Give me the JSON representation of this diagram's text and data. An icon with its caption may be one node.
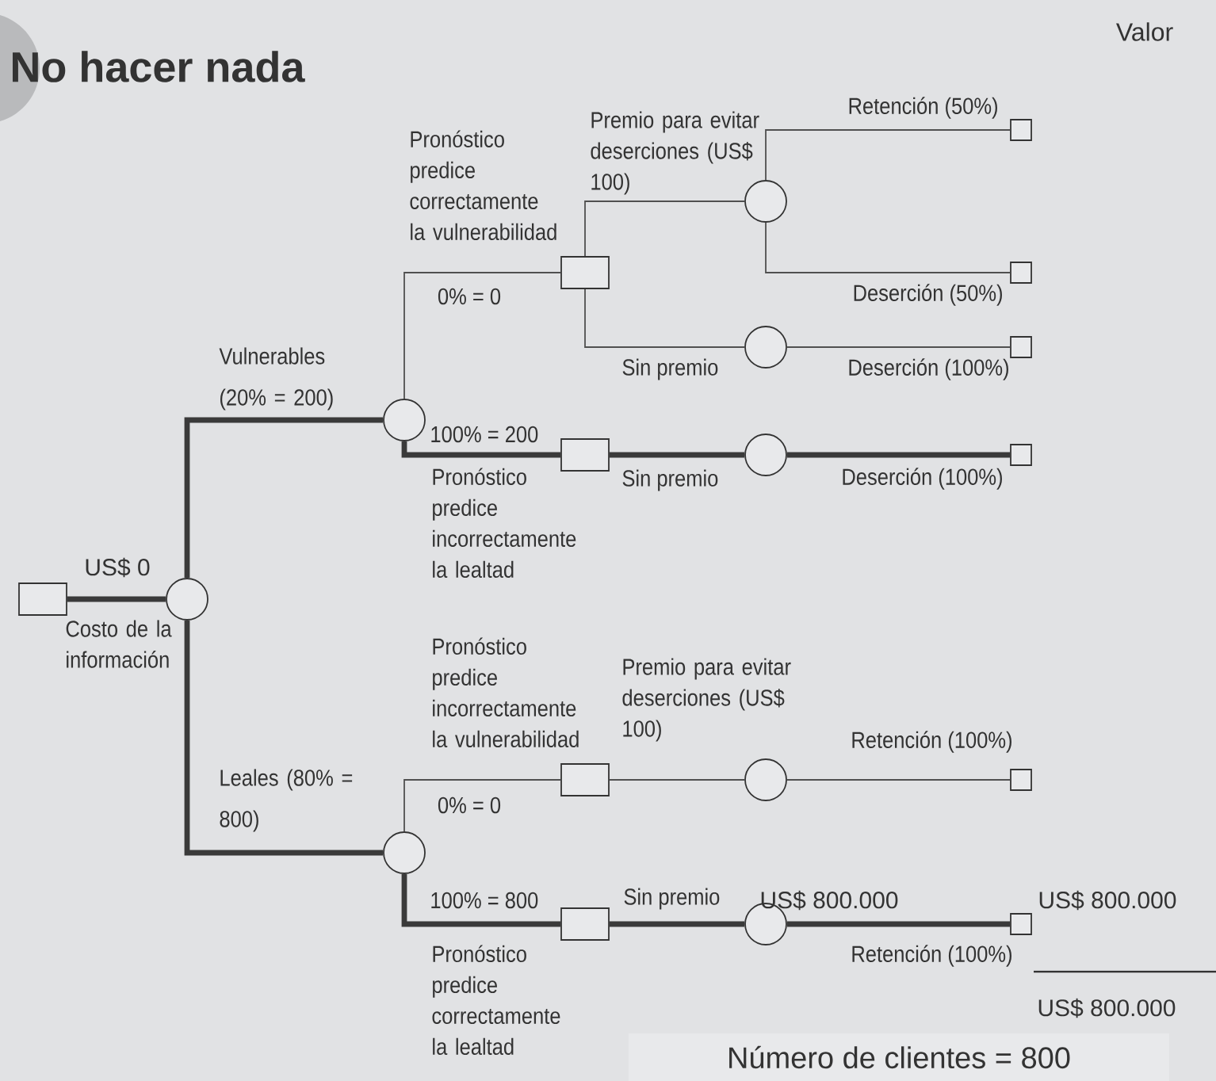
{
  "diagram": {
    "title": "No hacer nada",
    "nodes": [
      {
        "text": [],
        "shape": "box"
      },
      {
        "text": [],
        "shape": "circle"
      },
      {
        "text": [],
        "shape": "circle"
      },
      {
        "text": [],
        "shape": "box"
      },
      {
        "text": [],
        "shape": "circle"
      },
      {
        "text": [],
        "shape": "box"
      },
      {
        "text": [],
        "shape": "box"
      },
      {
        "text": [],
        "shape": "circle"
      },
      {
        "text": [],
        "shape": "box"
      },
      {
        "text": [],
        "shape": "box"
      },
      {
        "text": [],
        "shape": "circle"
      },
      {
        "text": [],
        "shape": "box"
      },
      {
        "text": [],
        "shape": "circle"
      },
      {
        "text": [],
        "shape": "box"
      },
      {
        "text": [],
        "shape": "circle"
      },
      {
        "text": [],
        "shape": "box"
      },
      {
        "text": [],
        "shape": "box"
      },
      {
        "text": [],
        "shape": "circle"
      },
      {
        "text": [],
        "shape": "box",
        "beside": [
          "US$ 800.000"
        ]
      },
      {
        "text": [
          "Número de clientes = 800"
        ]
      }
    ],
    "edges": [
      {
        "from": 0,
        "to": 1,
        "arrow": "none",
        "label": "US$ 0",
        "style": "thick"
      },
      {
        "from": 1,
        "to": 2,
        "arrow": "none",
        "label": "Vulnerables (20% = 200)",
        "style": "thick"
      },
      {
        "from": 2,
        "to": 3,
        "arrow": "none",
        "label": "Pronóstico predice correctamente la vulnerabilidad"
      },
      {
        "from": 3,
        "to": 4,
        "arrow": "none",
        "label": "Premio para evitar deserciones (US$ 100)"
      },
      {
        "from": 4,
        "to": 5,
        "arrow": "none",
        "label": "Retención (50%)"
      },
      {
        "from": 4,
        "to": 6,
        "arrow": "none",
        "label": "Deserción (50%)"
      },
      {
        "from": 3,
        "to": 7,
        "arrow": "none",
        "label": "Sin premio"
      },
      {
        "from": 7,
        "to": 8,
        "arrow": "none",
        "label": "Deserción (100%)"
      },
      {
        "from": 2,
        "to": 9,
        "arrow": "none",
        "label": "Pronóstico predice incorrectamente la lealtad",
        "style": "thick"
      },
      {
        "from": 9,
        "to": 10,
        "arrow": "none",
        "label": "Sin premio",
        "style": "thick"
      },
      {
        "from": 10,
        "to": 11,
        "arrow": "none",
        "label": "Deserción (100%)",
        "style": "thick"
      },
      {
        "from": 1,
        "to": 12,
        "arrow": "none",
        "label": "Leales (80% = 800)",
        "style": "thick"
      },
      {
        "from": 12,
        "to": 13,
        "arrow": "none",
        "label": "Pronóstico predice incorrectamente la vulnerabilidad"
      },
      {
        "from": 13,
        "to": 14,
        "arrow": "none",
        "label": "Premio para evitar deserciones (US$ 100)"
      },
      {
        "from": 14,
        "to": 15,
        "arrow": "none",
        "label": "Retención (100%)"
      },
      {
        "from": 12,
        "to": 16,
        "arrow": "none",
        "label": "Pronóstico predice correctamente la lealtad",
        "style": "thick"
      },
      {
        "from": 16,
        "to": 17,
        "arrow": "none",
        "label": "Sin premio",
        "style": "thick"
      },
      {
        "from": 17,
        "to": 18,
        "arrow": "none",
        "label": "Retención (100%)",
        "style": "thick"
      }
    ],
    "labels": [
      "Valor",
      "0% = 0",
      "100% = 200",
      "Costo de la información",
      "0% = 0",
      "100% = 800",
      "US$ 800.000",
      "US$ 800.000"
    ]
  }
}
